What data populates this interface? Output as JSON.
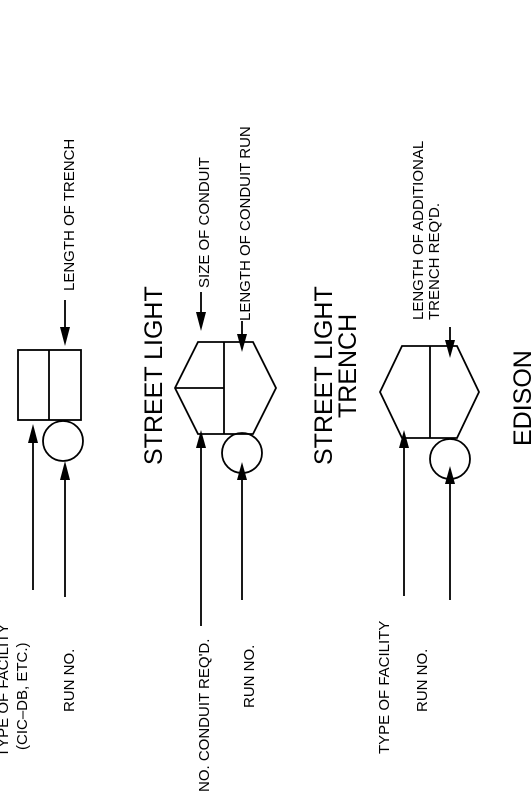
{
  "trench_legend": {
    "type_of_facility": "TYPE OF FACILITY",
    "type_of_facility_example": "(CIC–DB, ETC.)",
    "run_no": "RUN NO.",
    "length_of_trench": "LENGTH OF TRENCH"
  },
  "street_light_legend": {
    "title": "STREET LIGHT",
    "no_conduit_reqd": "NO. CONDUIT REQ'D.",
    "run_no": "RUN NO.",
    "size_of_conduit": "SIZE OF CONDUIT",
    "length_of_conduit_run": "LENGTH OF CONDUIT RUN"
  },
  "street_light_trench_legend": {
    "title_line1": "STREET LIGHT",
    "title_line2": "TRENCH",
    "type_of_facility": "TYPE OF FACILITY",
    "run_no": "RUN NO.",
    "length_additional_line1": "LENGTH OF ADDITIONAL",
    "length_additional_line2": "TRENCH REQ'D."
  },
  "edison_label": "EDISON"
}
